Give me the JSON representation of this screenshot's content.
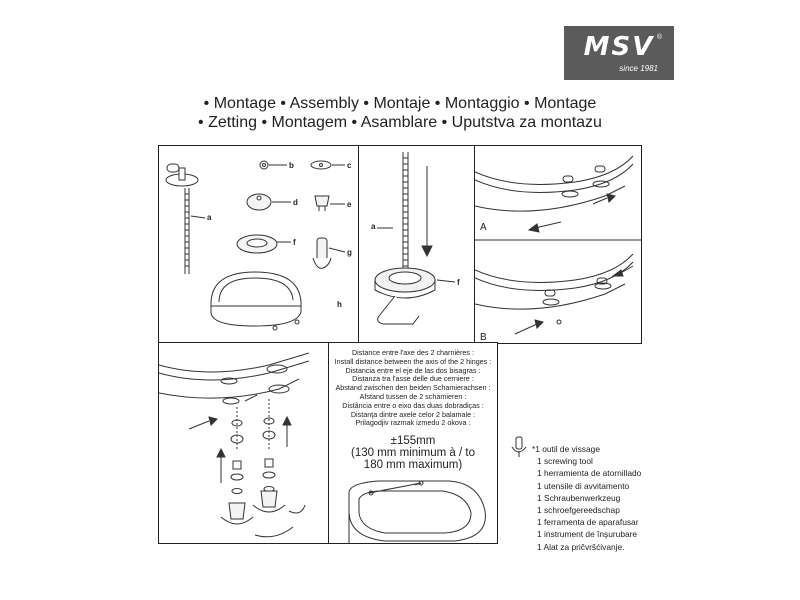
{
  "brand": {
    "name": "MSV",
    "registered": "®",
    "since": "since 1981"
  },
  "title_lines": [
    "• Montage • Assembly • Montaje • Montaggio • Montage",
    "• Zetting • Montagem • Asamblare • Uputstva za montazu"
  ],
  "parts_labels": [
    "a",
    "b",
    "c",
    "d",
    "e",
    "f",
    "g",
    "h"
  ],
  "bolt_labels": {
    "a": "a",
    "f": "f"
  },
  "step_labels": {
    "A": "A",
    "B": "B"
  },
  "distance_lines": [
    "Distance entre l'axe des 2 charnières :",
    "Install distance between the axis of the 2 hinges :",
    "Distancia entre el eje de las dos bisagras :",
    "Distanza tra l'asse delle due cerniere :",
    "Abstand zwischen den beiden Schamierachsen :",
    "Afstand tussen de 2 schamieren :",
    "Distância entre o eixo das duas dobradiças :",
    "Distanţa dintre axele celor 2 balamale :",
    "Prilagodjiv razmak izmedu 2 okova :"
  ],
  "measurement_lines": [
    "±155mm",
    "(130 mm minimum à / to",
    "180 mm maximum)"
  ],
  "tool_lines": [
    "*1 outil de vissage",
    "1 screwing tool",
    "1 herramienta de atornillado",
    "1 utensile di avvitamento",
    "1 Schraubenwerkzeug",
    "1 schroefgereedschap",
    "1 ferramenta de aparafusar",
    "1 instrument de înşurubare",
    "1 Alat za pričvršćivanje."
  ]
}
